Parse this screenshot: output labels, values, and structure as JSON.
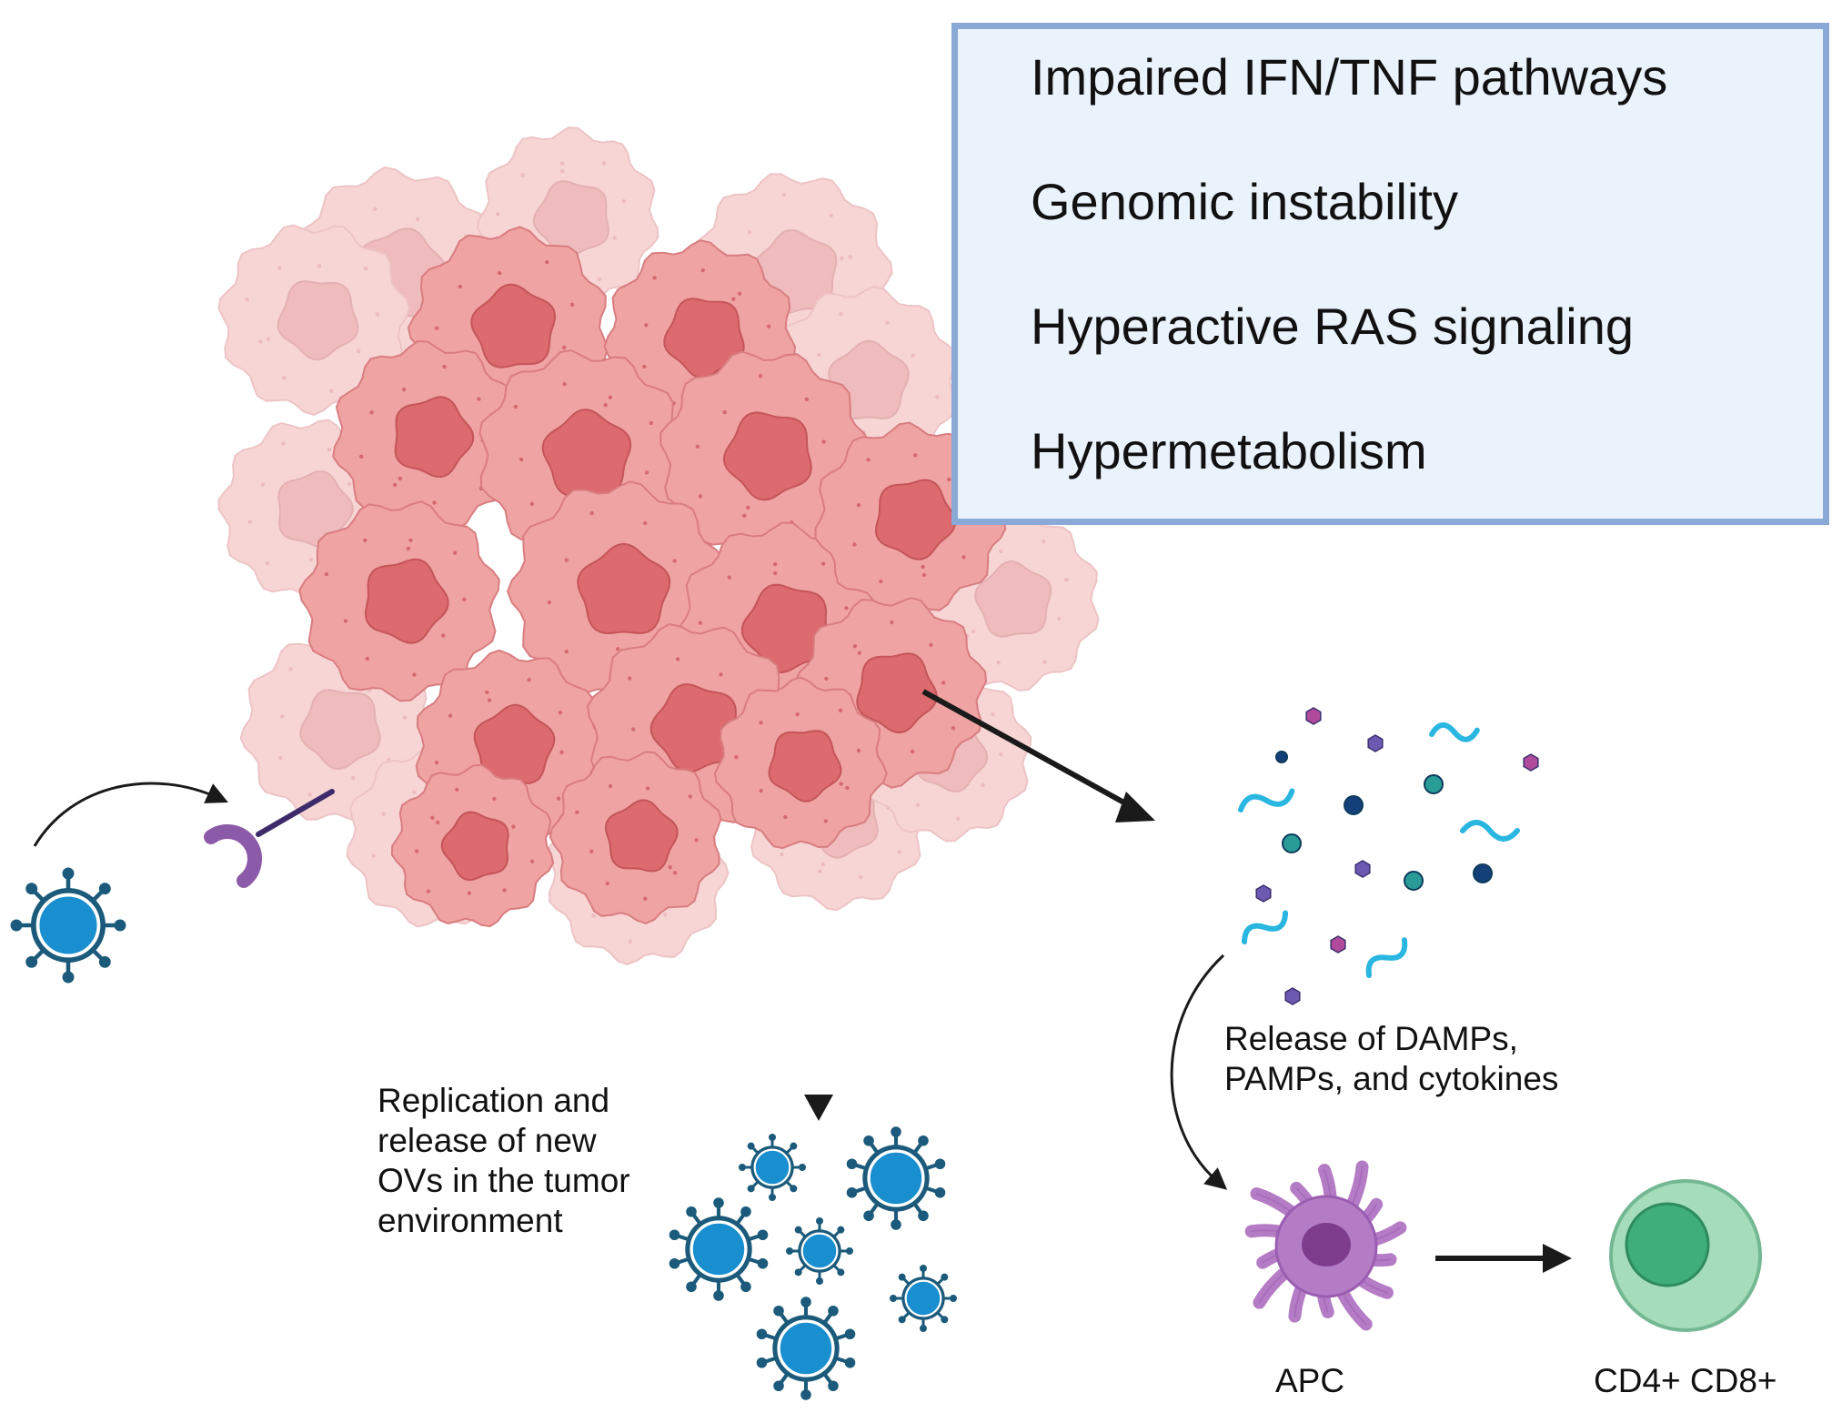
{
  "features": {
    "items": [
      "Impaired IFN/TNF pathways",
      "Genomic instability",
      "Hyperactive RAS signaling",
      "Hypermetabolism"
    ]
  },
  "captions": {
    "replication_line1": "Replication and",
    "replication_line2": "release of new",
    "replication_line3": "OVs in the tumor",
    "replication_line4": "environment",
    "release_line1": "Release of DAMPs,",
    "release_line2": "PAMPs, and cytokines"
  },
  "labels": {
    "apc": "APC",
    "t_cell": "CD4+ CD8+"
  },
  "colors": {
    "box_fill": "#eaf2fc",
    "box_border": "#8aa9d6",
    "tumor": "#ee9a9a",
    "nucleus": "#dc6a6e",
    "virus": "#1a8fd0",
    "virus_outline": "#1b5a7a",
    "receptor": "#8b5aa8",
    "apc": "#b57cc6",
    "t_cell": "#8fd0ab"
  }
}
